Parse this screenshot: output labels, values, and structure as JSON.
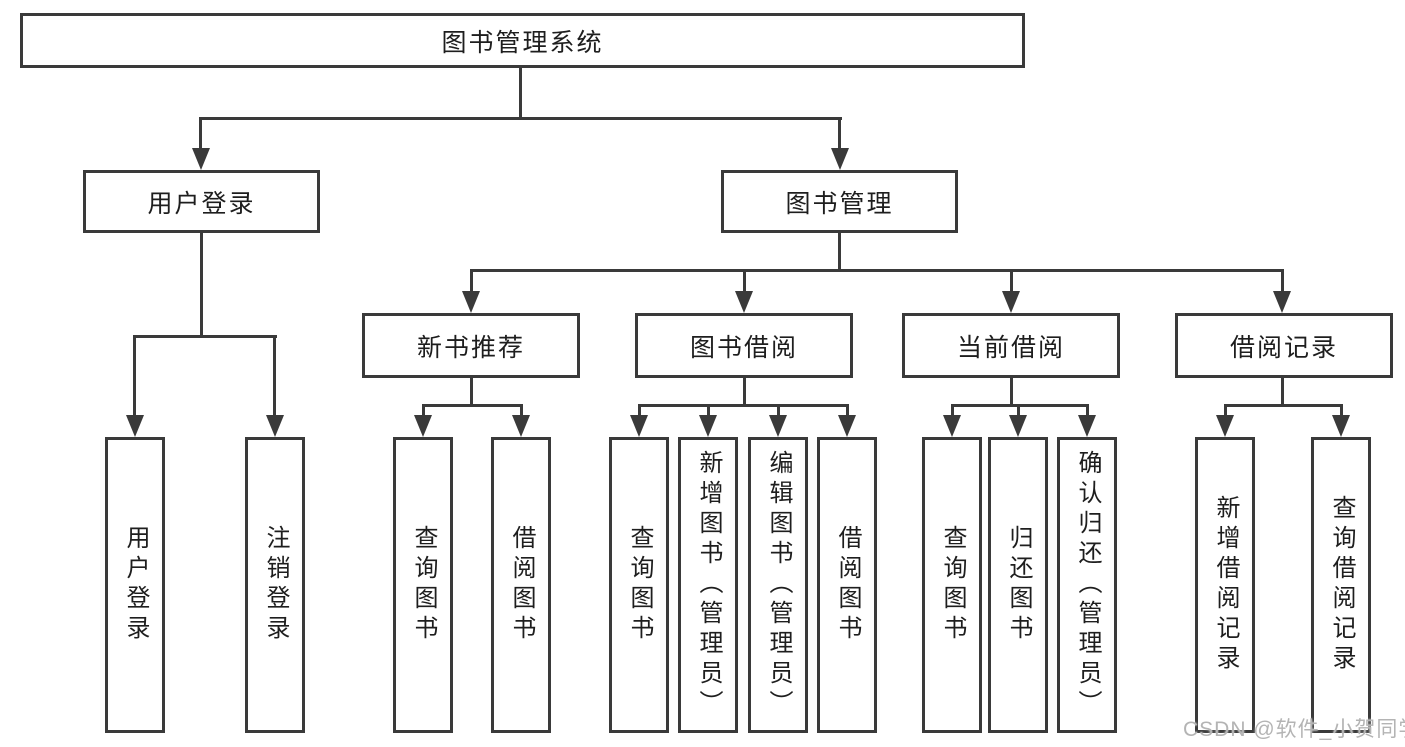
{
  "diagram": {
    "nodes": {
      "root": "图书管理系统",
      "user_login": "用户登录",
      "book_mgmt": "图书管理",
      "new_books": "新书推荐",
      "book_borrow": "图书借阅",
      "current_borrow": "当前借阅",
      "borrow_records": "借阅记录",
      "leaf_user_login": "用户登录",
      "leaf_logout": "注销登录",
      "leaf_nb_query": "查询图书",
      "leaf_nb_borrow": "借阅图书",
      "leaf_bb_query": "查询图书",
      "leaf_bb_add": "新增图书（管理员）",
      "leaf_bb_edit": "编辑图书（管理员）",
      "leaf_bb_borrow": "借阅图书",
      "leaf_cb_query": "查询图书",
      "leaf_cb_return": "归还图书",
      "leaf_cb_confirm": "确认归还（管理员）",
      "leaf_br_add": "新增借阅记录",
      "leaf_br_query": "查询借阅记录"
    }
  },
  "watermark": "CSDN @软件_小贺同学",
  "colors": {
    "line": "#3a3a3a",
    "text": "#1e1e1e",
    "watermark": "#b4b4b4",
    "background": "#ffffff"
  }
}
